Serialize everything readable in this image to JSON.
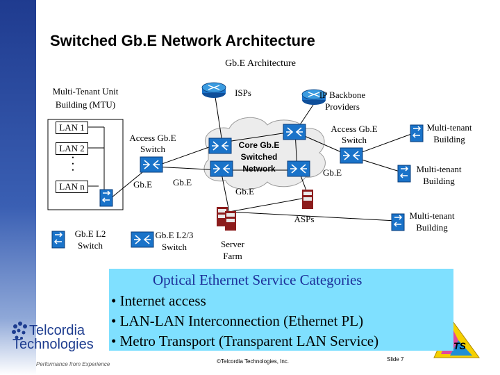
{
  "slide": {
    "title": "Switched Gb.E Network Architecture",
    "subtitle": "Gb.E Architecture"
  },
  "diagram": {
    "mtu_label_1": "Multi-Tenant Unit",
    "mtu_label_2": "Building (MTU)",
    "lans": [
      "LAN 1",
      "LAN 2",
      "LAN n"
    ],
    "lan_ellipsis": "•\n•\n•",
    "isps": "ISPs",
    "ip_backbone_1": "IP Backbone",
    "ip_backbone_2": "Providers",
    "access_left_1": "Access Gb.E",
    "access_left_2": "Switch",
    "access_right_1": "Access Gb.E",
    "access_right_2": "Switch",
    "core_1": "Core Gb.E",
    "core_2": "Switched",
    "core_3": "Network",
    "gbe_labels": [
      "Gb.E",
      "Gb.E",
      "Gb.E",
      "Gb.E"
    ],
    "asps": "ASPs",
    "server_farm_1": "Server",
    "server_farm_2": "Farm",
    "mt_buildings": [
      [
        "Multi-tenant",
        "Building"
      ],
      [
        "Multi-tenant",
        "Building"
      ],
      [
        "Multi-tenant",
        "Building"
      ]
    ],
    "legend_l2_1": "Gb.E L2",
    "legend_l2_2": "Switch",
    "legend_l23_1": "Gb.E L2/3",
    "legend_l23_2": "Switch"
  },
  "services": {
    "title": "Optical Ethernet Service Categories",
    "items": [
      "• Internet access",
      "• LAN-LAN Interconnection (Ethernet PL)",
      "• Metro Transport (Transparent LAN Service)"
    ]
  },
  "logo": {
    "line1": "Telcordia",
    "line2": "Technologies",
    "tagline": "Performance from Experience",
    "ts": "TS"
  },
  "footer": {
    "copyright": "©Telcordia Technologies, Inc.",
    "slide_number": "Slide 7"
  },
  "colors": {
    "sidebar": "#233e8c",
    "switch_blue": "#1a73c9",
    "service_box": "#7fe0ff",
    "service_title": "#1c2f9a"
  }
}
